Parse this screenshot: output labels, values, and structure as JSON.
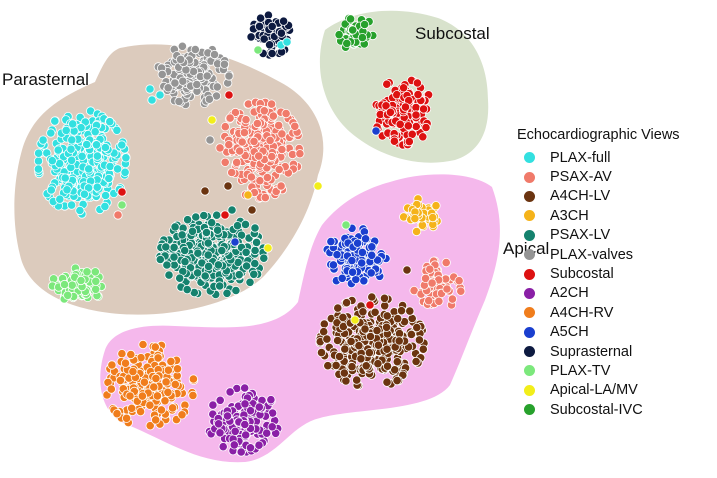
{
  "chart_data": {
    "type": "scatter",
    "title": "",
    "xlabel": "",
    "ylabel": "",
    "legend_title": "Echocardiographic Views",
    "legend_position": "right",
    "grid": false,
    "axes_visible": false,
    "region_labels": {
      "parasternal": "Parasternal",
      "subcostal": "Subcostal",
      "apical": "Apical"
    },
    "region_colors": {
      "parasternal": "#dccbbd",
      "subcostal": "#d8e2cc",
      "apical": "#f5b8ec"
    },
    "series": [
      {
        "name": "PLAX-full",
        "color": "#33e0e0"
      },
      {
        "name": "PSAX-AV",
        "color": "#f07a6a"
      },
      {
        "name": "A4CH-LV",
        "color": "#6b3410"
      },
      {
        "name": "A3CH",
        "color": "#f5b31a"
      },
      {
        "name": "PSAX-LV",
        "color": "#15826e"
      },
      {
        "name": "PLAX-valves",
        "color": "#959595"
      },
      {
        "name": "Subcostal",
        "color": "#dd1111"
      },
      {
        "name": "A2CH",
        "color": "#8a1fa6"
      },
      {
        "name": "A4CH-RV",
        "color": "#f07d1c"
      },
      {
        "name": "A5CH",
        "color": "#1a3fcf"
      },
      {
        "name": "Suprasternal",
        "color": "#0d1a40"
      },
      {
        "name": "PLAX-TV",
        "color": "#7ce87c"
      },
      {
        "name": "Apical-LA/MV",
        "color": "#f2ee1a"
      },
      {
        "name": "Subcostal-IVC",
        "color": "#27a12c"
      }
    ]
  }
}
